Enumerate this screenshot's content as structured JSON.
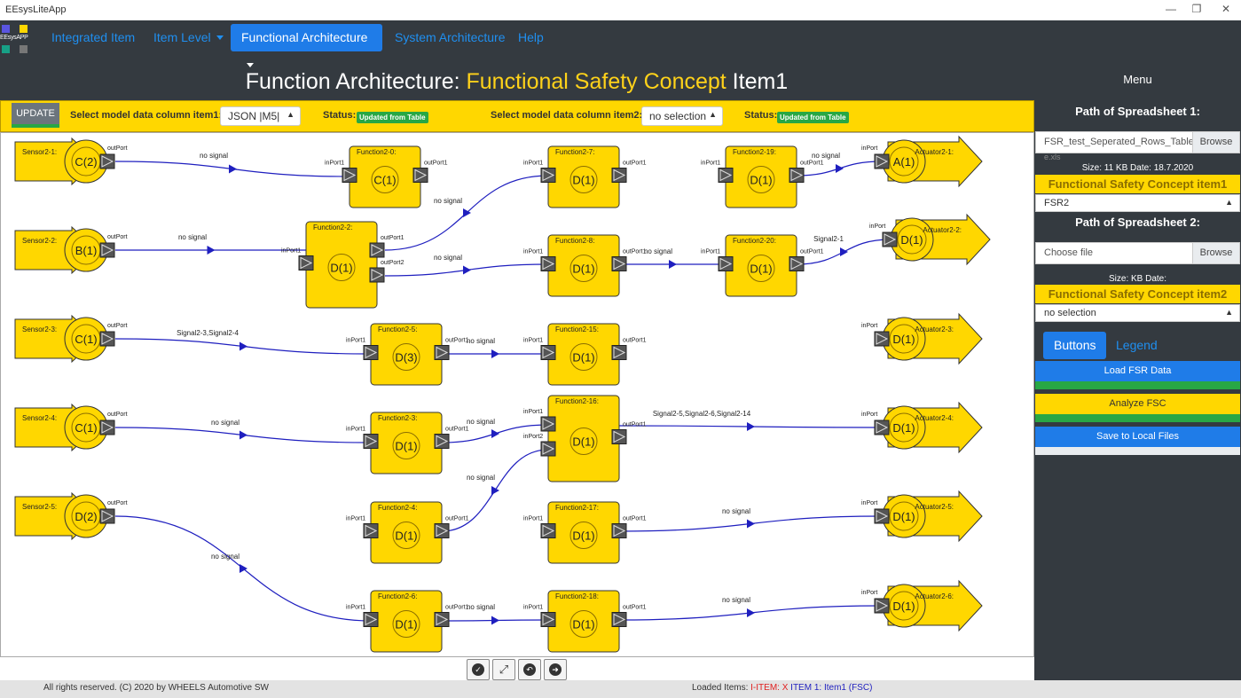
{
  "window": {
    "title": "EEsysLiteApp",
    "controls": [
      "—",
      "❐",
      "✕"
    ]
  },
  "navbar": {
    "logo_text": "EEsysAPP",
    "items": [
      {
        "label": "Integrated Item",
        "dropdown": false,
        "active": false
      },
      {
        "label": "Item Level",
        "dropdown": true,
        "active": false
      },
      {
        "label": "Functional Architecture",
        "dropdown": true,
        "active": true
      },
      {
        "label": "System Architecture",
        "dropdown": false,
        "active": false
      },
      {
        "label": "Help",
        "dropdown": false,
        "active": false
      }
    ]
  },
  "header": {
    "prefix": "Function Architecture: ",
    "highlight": "Functional Safety Concept",
    "suffix": " Item1"
  },
  "menu_label": "Menu",
  "toolbar": {
    "update_label": "UPDATE",
    "col1_label": "Select model data column item1:",
    "col1_value": "JSON |M5|",
    "status1_label": "Status:",
    "status1_badge": "Updated from Table",
    "col2_label": "Select model data column item2:",
    "col2_value": "no selection",
    "status2_label": "Status:",
    "status2_badge": "Updated from Table"
  },
  "sidebar": {
    "path1_heading": "Path of Spreadsheet 1:",
    "path1_file": "FSR_test_Seperated_Rows_Table_mak",
    "path1_file_cont": "e.xls",
    "browse_label": "Browse",
    "size1": "Size: 11 KB Date: 18.7.2020",
    "concept1": "Functional Safety Concept item1",
    "select1": "FSR2",
    "path2_heading": "Path of Spreadsheet 2:",
    "path2_file": "Choose file",
    "size2": "Size: KB Date:",
    "concept2": "Functional Safety Concept item2",
    "select2": "no selection",
    "tabs": [
      "Buttons",
      "Legend"
    ],
    "buttons": [
      "Load FSR Data",
      "Analyze FSC",
      "Save to Local Files"
    ]
  },
  "bottom_tools": [
    "check-icon",
    "expand-icon",
    "undo-icon",
    "redo-icon"
  ],
  "footer": {
    "copyright": "All rights reserved. (C) 2020 by WHEELS Automotive SW",
    "loaded_label": "Loaded Items: ",
    "loaded_iitem": "I-ITEM: X",
    "loaded_item1": " ITEM 1: Item1 (FSC)"
  },
  "colors": {
    "node_fill": "#ffd700",
    "node_stroke": "#333333",
    "edge": "#1f1fbf",
    "accent_blue": "#1f7ce8",
    "nav_link": "#1f8ff0"
  },
  "diagram": {
    "sensors": [
      {
        "label": "Sensor2-1:",
        "symbol": "C(2)",
        "port": "outPort"
      },
      {
        "label": "Sensor2-2:",
        "symbol": "B(1)",
        "port": "outPort"
      },
      {
        "label": "Sensor2-3:",
        "symbol": "C(1)",
        "port": "outPort"
      },
      {
        "label": "Sensor2-4:",
        "symbol": "C(1)",
        "port": "outPort"
      },
      {
        "label": "Sensor2-5:",
        "symbol": "D(2)",
        "port": "outPort"
      }
    ],
    "actuators": [
      {
        "label": "Actuator2-1:",
        "symbol": "A(1)",
        "port": "inPort"
      },
      {
        "label": "Actuator2-2:",
        "symbol": "D(1)",
        "port": "inPort"
      },
      {
        "label": "Actuator2-3:",
        "symbol": "D(1)",
        "port": "inPort"
      },
      {
        "label": "Actuator2-4:",
        "symbol": "D(1)",
        "port": "inPort"
      },
      {
        "label": "Actuator2-5:",
        "symbol": "D(1)",
        "port": "inPort"
      },
      {
        "label": "Actuator2-6:",
        "symbol": "D(1)",
        "port": "inPort"
      }
    ],
    "functions": [
      {
        "label": "Function2-0:",
        "symbol": "C(1)",
        "in_ports": [
          "inPort1"
        ],
        "out_ports": [
          "outPort1"
        ]
      },
      {
        "label": "Function2-7:",
        "symbol": "D(1)",
        "in_ports": [
          "inPort1"
        ],
        "out_ports": [
          "outPort1"
        ]
      },
      {
        "label": "Function2-19:",
        "symbol": "D(1)",
        "in_ports": [
          "inPort1"
        ],
        "out_ports": [
          "outPort1"
        ]
      },
      {
        "label": "Function2-2:",
        "symbol": "D(1)",
        "in_ports": [
          "inPort1"
        ],
        "out_ports": [
          "outPort1",
          "outPort2"
        ]
      },
      {
        "label": "Function2-8:",
        "symbol": "D(1)",
        "in_ports": [
          "inPort1"
        ],
        "out_ports": [
          "outPort1"
        ]
      },
      {
        "label": "Function2-20:",
        "symbol": "D(1)",
        "in_ports": [
          "inPort1"
        ],
        "out_ports": [
          "outPort1"
        ]
      },
      {
        "label": "Function2-5:",
        "symbol": "D(3)",
        "in_ports": [
          "inPort1"
        ],
        "out_ports": [
          "outPort1"
        ]
      },
      {
        "label": "Function2-15:",
        "symbol": "D(1)",
        "in_ports": [
          "inPort1"
        ],
        "out_ports": [
          "outPort1"
        ]
      },
      {
        "label": "Function2-3:",
        "symbol": "D(1)",
        "in_ports": [
          "inPort1"
        ],
        "out_ports": [
          "outPort1"
        ]
      },
      {
        "label": "Function2-16:",
        "symbol": "D(1)",
        "in_ports": [
          "inPort1",
          "inPort2"
        ],
        "out_ports": [
          "outPort1"
        ]
      },
      {
        "label": "Function2-4:",
        "symbol": "D(1)",
        "in_ports": [
          "inPort1"
        ],
        "out_ports": [
          "outPort1"
        ]
      },
      {
        "label": "Function2-17:",
        "symbol": "D(1)",
        "in_ports": [
          "inPort1"
        ],
        "out_ports": [
          "outPort1"
        ]
      },
      {
        "label": "Function2-6:",
        "symbol": "D(1)",
        "in_ports": [
          "inPort1"
        ],
        "out_ports": [
          "outPort1"
        ]
      },
      {
        "label": "Function2-18:",
        "symbol": "D(1)",
        "in_ports": [
          "inPort1"
        ],
        "out_ports": [
          "outPort1"
        ]
      }
    ],
    "edges": [
      {
        "from": "Sensor2-1",
        "to": "Function2-0",
        "label": "no signal"
      },
      {
        "from": "Function2-2",
        "to": "Function2-7",
        "label": "no signal"
      },
      {
        "from": "Function2-19",
        "to": "Actuator2-1",
        "label": "no signal"
      },
      {
        "from": "Sensor2-2",
        "to": "Function2-2",
        "label": "no signal"
      },
      {
        "from": "Function2-2",
        "to": "Function2-8",
        "label": "no signal"
      },
      {
        "from": "Function2-8",
        "to": "Function2-20",
        "label": "no signal"
      },
      {
        "from": "Function2-20",
        "to": "Actuator2-2",
        "label": "Signal2-1"
      },
      {
        "from": "Sensor2-3",
        "to": "Function2-5",
        "label": "Signal2-3,Signal2-4"
      },
      {
        "from": "Function2-5",
        "to": "Function2-15",
        "label": "no signal"
      },
      {
        "from": "Sensor2-4",
        "to": "Function2-3",
        "label": "no signal"
      },
      {
        "from": "Function2-3",
        "to": "Function2-16",
        "label": "no signal"
      },
      {
        "from": "Function2-16",
        "to": "Actuator2-4",
        "label": "Signal2-5,Signal2-6,Signal2-14"
      },
      {
        "from": "Function2-4",
        "to": "Function2-16",
        "label": "no signal"
      },
      {
        "from": "Function2-17",
        "to": "Actuator2-5",
        "label": "no signal"
      },
      {
        "from": "Sensor2-5",
        "to": "Function2-6",
        "label": "no signal"
      },
      {
        "from": "Function2-6",
        "to": "Function2-18",
        "label": "no signal"
      },
      {
        "from": "Function2-18",
        "to": "Actuator2-6",
        "label": "no signal"
      }
    ]
  }
}
